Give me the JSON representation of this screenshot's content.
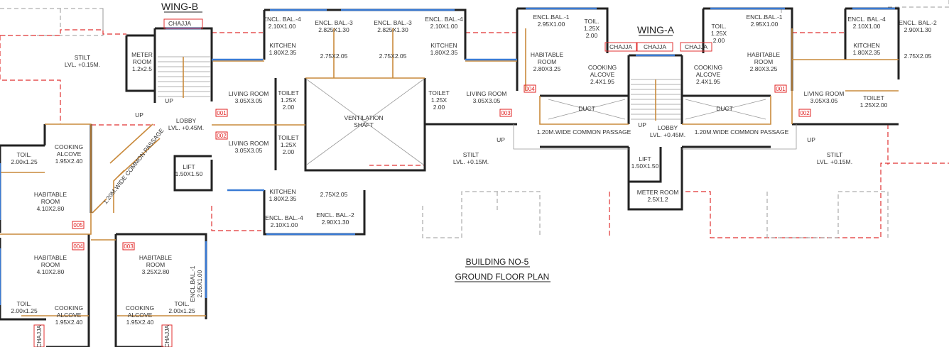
{
  "titles": {
    "wing_b": "WING-B",
    "wing_a": "WING-A",
    "building": "BUILDING NO-5",
    "plan": "GROUND FLOOR PLAN"
  },
  "labels": [
    {
      "lines": [
        "STILT",
        "LVL. +0.15M."
      ]
    },
    {
      "lines": [
        "METER",
        "ROOM",
        "1.2x2.5"
      ]
    },
    {
      "lines": [
        "CHAJJA"
      ]
    },
    {
      "lines": [
        "ENCL. BAL.-4",
        "2.10X1.00"
      ]
    },
    {
      "lines": [
        "KITCHEN",
        "1.80X2.35"
      ]
    },
    {
      "lines": [
        "ENCL. BAL.-3",
        "2.825X1.30"
      ]
    },
    {
      "lines": [
        "2.75X2.05"
      ]
    },
    {
      "lines": [
        "ENCL. BAL.-3",
        "2.825X1.30"
      ]
    },
    {
      "lines": [
        "2.75X2.05"
      ]
    },
    {
      "lines": [
        "ENCL. BAL.-4",
        "2.10X1.00"
      ]
    },
    {
      "lines": [
        "KITCHEN",
        "1.80X2.35"
      ]
    },
    {
      "lines": [
        "UP"
      ]
    },
    {
      "lines": [
        "UP"
      ]
    },
    {
      "lines": [
        "LOBBY",
        "LVL. +0.45M."
      ]
    },
    {
      "lines": [
        "LIVING ROOM",
        "3.05X3.05"
      ]
    },
    {
      "lines": [
        "LIVING ROOM",
        "3.05X3.05"
      ]
    },
    {
      "lines": [
        "TOILET",
        "1.25X",
        "2.00"
      ]
    },
    {
      "lines": [
        "TOILET",
        "1.25X",
        "2.00"
      ]
    },
    {
      "lines": [
        "VENTILATION",
        "SHAFT"
      ]
    },
    {
      "lines": [
        "TOILET",
        "1.25X",
        "2.00"
      ]
    },
    {
      "lines": [
        "LIVING ROOM",
        "3.05X3.05"
      ]
    },
    {
      "lines": [
        "STILT",
        "LVL. +0.15M."
      ]
    },
    {
      "lines": [
        "UP"
      ]
    },
    {
      "lines": [
        "TOIL.",
        "2.00x1.25"
      ]
    },
    {
      "lines": [
        "COOKING",
        "ALCOVE",
        "1.95X2.40"
      ]
    },
    {
      "lines": [
        "1.20M.WIDE COMMON PASSAGE"
      ]
    },
    {
      "lines": [
        "LIFT",
        "1.50X1.50"
      ]
    },
    {
      "lines": [
        "HABITABLE",
        "ROOM",
        "4.10X2.80"
      ]
    },
    {
      "lines": [
        "HABITABLE",
        "ROOM",
        "4.10X2.80"
      ]
    },
    {
      "lines": [
        "KITCHEN",
        "1.80X2.35"
      ]
    },
    {
      "lines": [
        "2.75X2.05"
      ]
    },
    {
      "lines": [
        "ENCL. BAL.-4",
        "2.10X1.00"
      ]
    },
    {
      "lines": [
        "ENCL. BAL.-2",
        "2.90X1.30"
      ]
    },
    {
      "lines": [
        "HABITABLE",
        "ROOM",
        "3.25X2.80"
      ]
    },
    {
      "lines": [
        "ENCL.BAL.-1",
        "2.95X1.00"
      ]
    },
    {
      "lines": [
        "TOIL.",
        "2.00x1.25"
      ]
    },
    {
      "lines": [
        "COOKING",
        "ALCOVE",
        "1.95X2.40"
      ]
    },
    {
      "lines": [
        "COOKING",
        "ALCOVE",
        "1.95X2.40"
      ]
    },
    {
      "lines": [
        "TOIL.",
        "2.00x1.25"
      ]
    },
    {
      "lines": [
        "CHAJJA"
      ]
    },
    {
      "lines": [
        "CHAJJA"
      ]
    },
    {
      "lines": [
        "ENCL.BAL.-1",
        "2.95X1.00"
      ]
    },
    {
      "lines": [
        "TOIL.",
        "1.25X",
        "2.00"
      ]
    },
    {
      "lines": [
        "HABITABLE",
        "ROOM",
        "2.80X3.25"
      ]
    },
    {
      "lines": [
        "CHAJJA"
      ]
    },
    {
      "lines": [
        "CHAJJA"
      ]
    },
    {
      "lines": [
        "CHAJJA"
      ]
    },
    {
      "lines": [
        "COOKING",
        "ALCOVE",
        "2.4X1.95"
      ]
    },
    {
      "lines": [
        "COOKING",
        "ALCOVE",
        "2.4X1.95"
      ]
    },
    {
      "lines": [
        "TOIL.",
        "1.25X",
        "2.00"
      ]
    },
    {
      "lines": [
        "ENCL.BAL.-1",
        "2.95X1.00"
      ]
    },
    {
      "lines": [
        "HABITABLE",
        "ROOM",
        "2.80X3.25"
      ]
    },
    {
      "lines": [
        "DUCT"
      ]
    },
    {
      "lines": [
        "DUCT"
      ]
    },
    {
      "lines": [
        "UP"
      ]
    },
    {
      "lines": [
        "LOBBY",
        "LVL. +0.45M."
      ]
    },
    {
      "lines": [
        "1.20M.WIDE COMMON PASSAGE"
      ]
    },
    {
      "lines": [
        "1.20M.WIDE COMMON PASSAGE"
      ]
    },
    {
      "lines": [
        "UP"
      ]
    },
    {
      "lines": [
        "LIFT",
        "1.50X1.50"
      ]
    },
    {
      "lines": [
        "METER ROOM",
        "2.5X1.2"
      ]
    },
    {
      "lines": [
        "LIVING ROOM",
        "3.05X3.05"
      ]
    },
    {
      "lines": [
        "STILT",
        "LVL. +0.15M."
      ]
    },
    {
      "lines": [
        "ENCL. BAL.-4",
        "2.10X1.00"
      ]
    },
    {
      "lines": [
        "KITCHEN",
        "1.80X2.35"
      ]
    },
    {
      "lines": [
        "ENCL. BAL.-2",
        "2.90X1.30"
      ]
    },
    {
      "lines": [
        "2.75X2.05"
      ]
    },
    {
      "lines": [
        "TOILET",
        "1.25X2.00"
      ]
    }
  ],
  "unit_tags": [
    "001",
    "002",
    "005",
    "004",
    "003",
    "004",
    "003",
    "001",
    "002"
  ],
  "colors": {
    "walls": "#222222",
    "inner_walls": "#c98a3c",
    "windows": "#3a7bd5",
    "stilt_outline": "#e03030",
    "unit_tag": "#e02020"
  }
}
